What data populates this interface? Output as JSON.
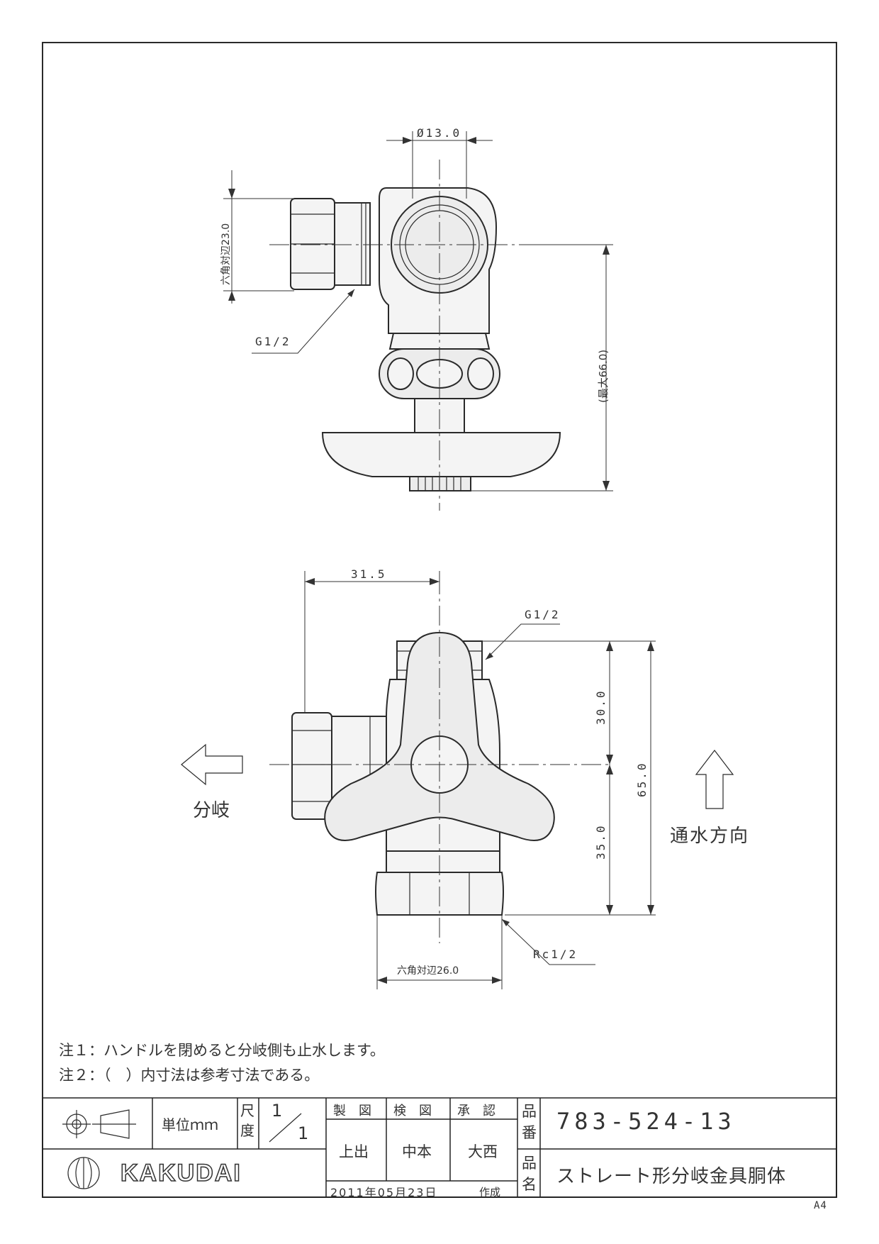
{
  "top_view": {
    "dim_dia": "Ø13.0",
    "dim_hex": "六角対辺23.0",
    "thread_label": "G1/2",
    "dim_height": "(最大66.0)"
  },
  "front_view": {
    "dim_width": "31.5",
    "thread_top": "G1/2",
    "dim_upper": "30.0",
    "dim_lower": "35.0",
    "dim_total": "65.0",
    "thread_bottom": "Rc1/2",
    "dim_hex_bottom": "六角対辺26.0",
    "branch_label": "分岐",
    "flow_label": "通水方向"
  },
  "notes": [
    "注１：ハンドルを閉めると分岐側も止水します。",
    "注２：（　）内寸法は参考寸法である。"
  ],
  "title_block": {
    "unit": "単位ｍｍ",
    "scale_label": "尺度",
    "scale_top": "1",
    "scale_bottom": "1",
    "drawn_label": "製　図",
    "checked_label": "検　図",
    "approved_label": "承　認",
    "drawn_by": "上出",
    "checked_by": "中本",
    "approved_by": "大西",
    "part_no_label": "品番",
    "part_no": "783-524-13",
    "part_name_label": "品名",
    "part_name": "ストレート形分岐金具胴体",
    "company": "KAKUDAI",
    "date": "2011年05月23日",
    "date_suffix": "作成",
    "sheet_size": "A4"
  }
}
